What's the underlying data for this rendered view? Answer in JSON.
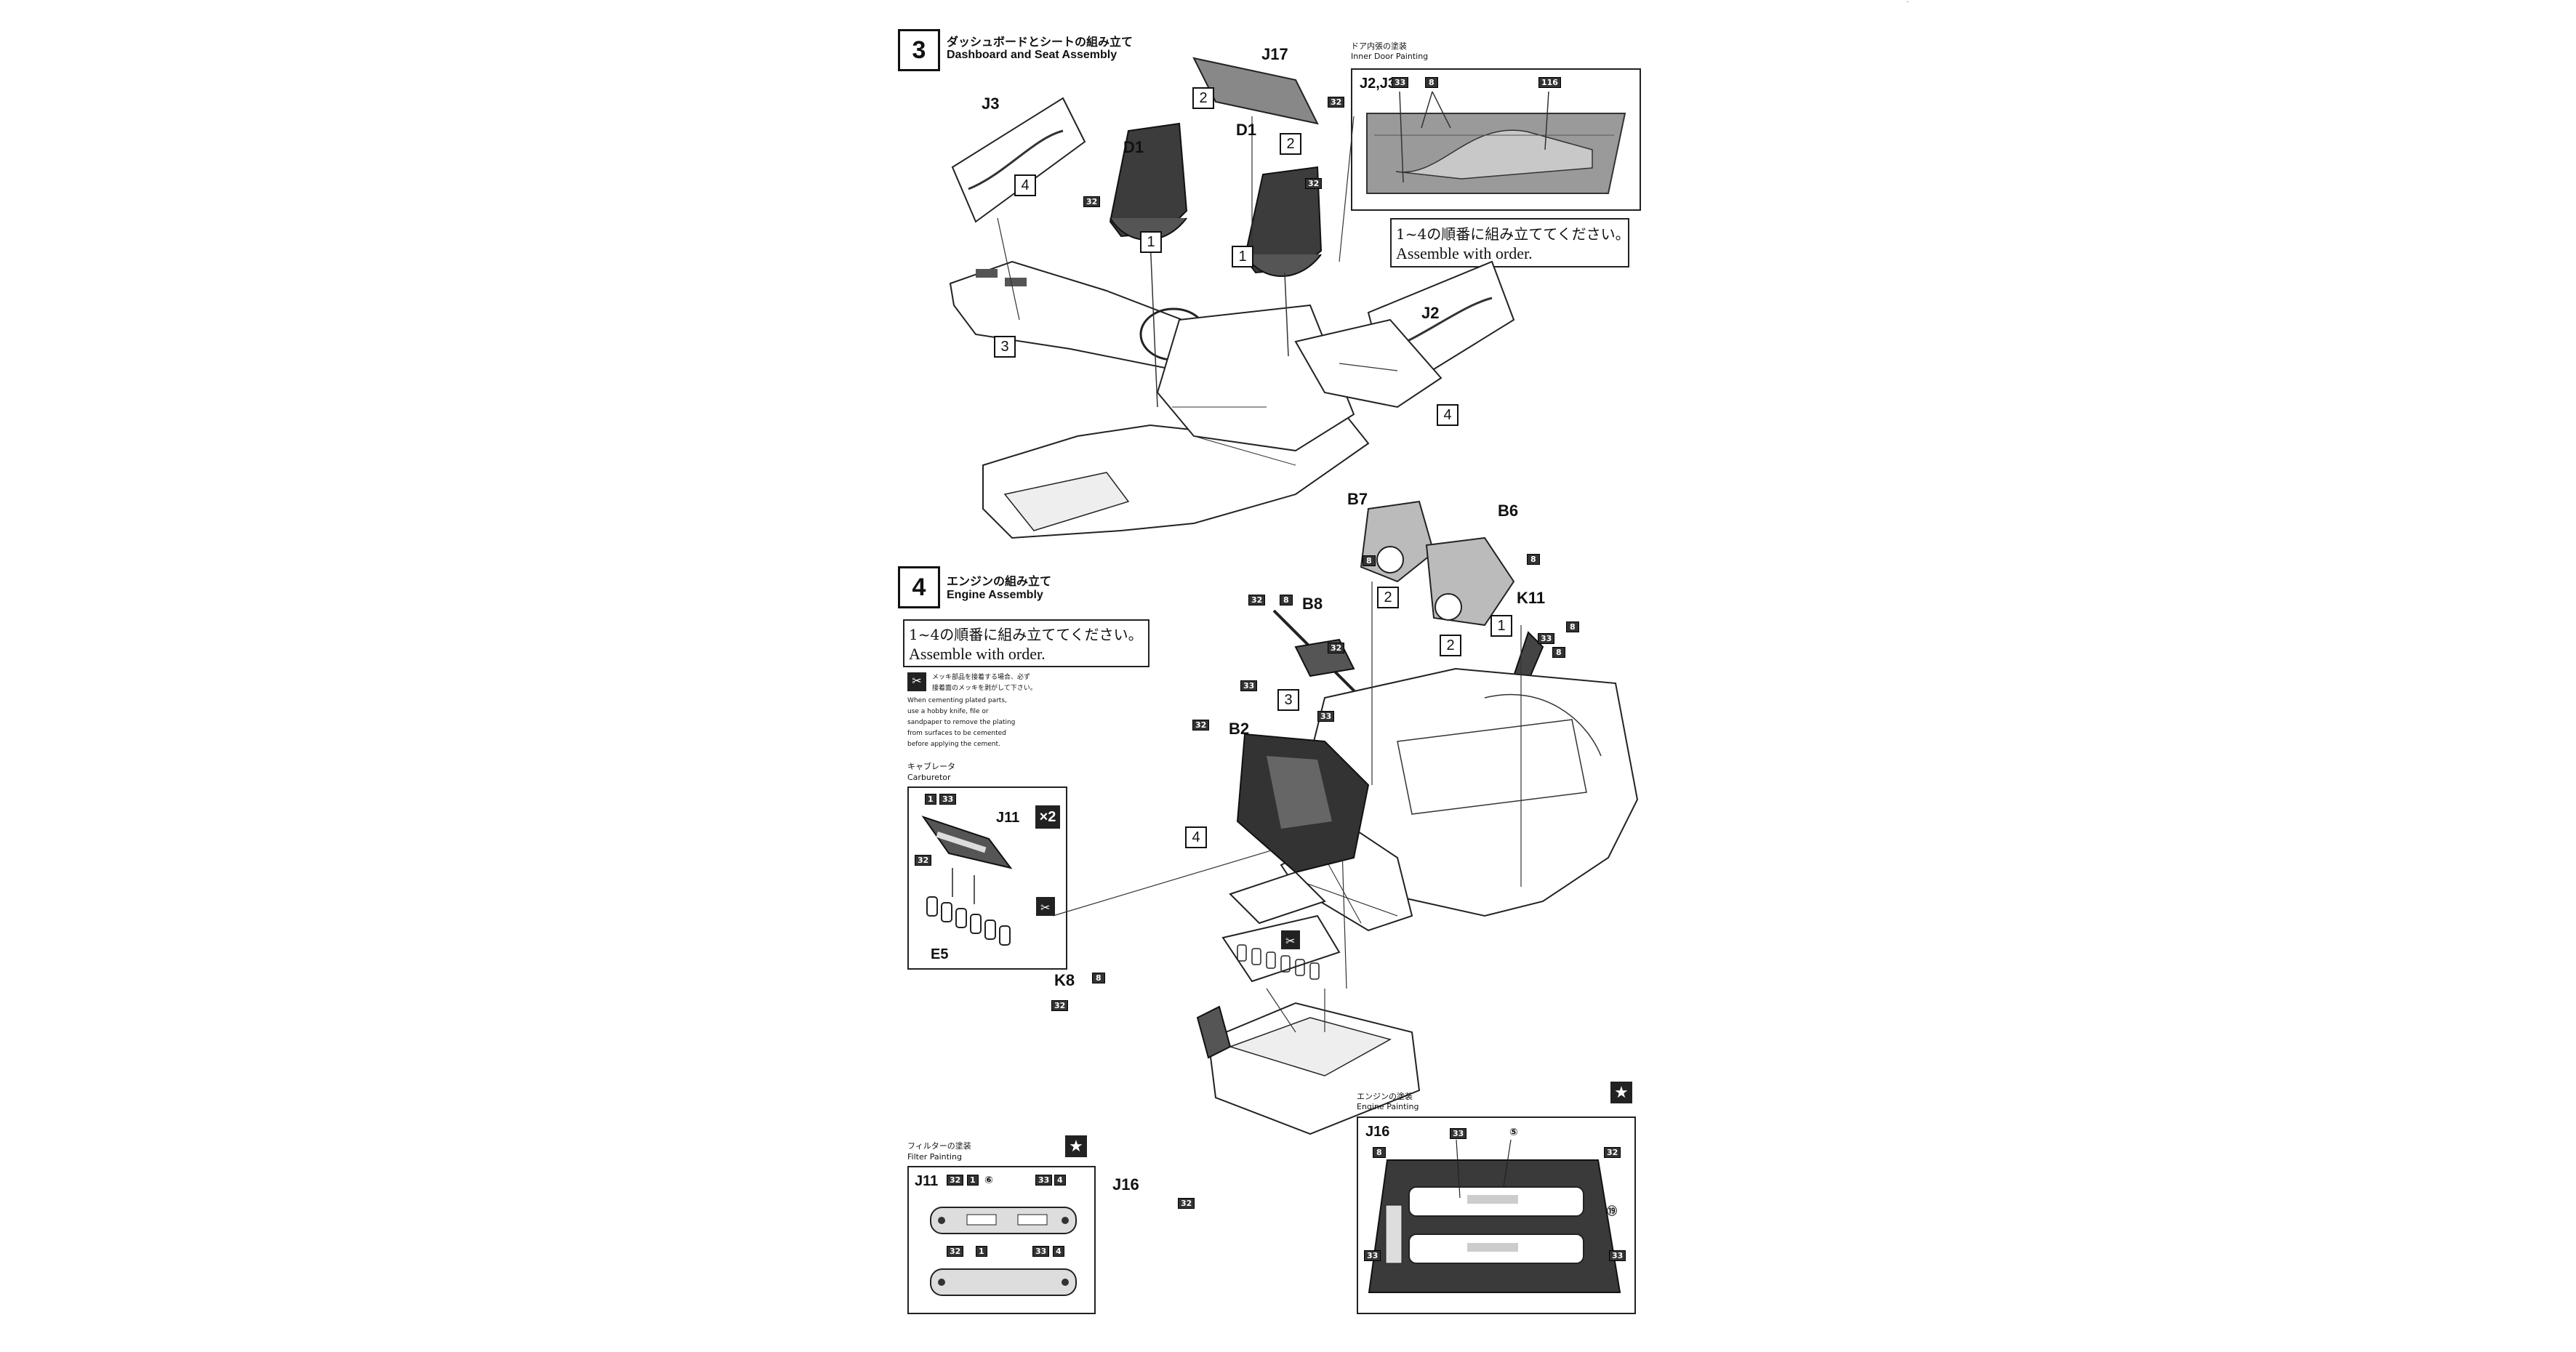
{
  "step3": {
    "number": "3",
    "title_jp": "ダッシュボードとシートの組み立て",
    "title_en": "Dashboard and Seat Assembly",
    "door_painting": {
      "title_jp": "ドア内張の塗装",
      "title_en": "Inner Door Painting",
      "parts": "J2,J3",
      "colors": [
        "33",
        "8",
        "116"
      ]
    },
    "order_note": {
      "jp": "1~4の順番に組み立ててください。",
      "en": "Assemble with order."
    },
    "parts": [
      "J3",
      "J17",
      "D1",
      "D1",
      "J2"
    ],
    "seq": [
      "4",
      "2",
      "2",
      "1",
      "1",
      "3",
      "4"
    ],
    "colors": [
      "32",
      "32",
      "32"
    ]
  },
  "step4": {
    "number": "4",
    "title_jp": "エンジンの組み立て",
    "title_en": "Engine Assembly",
    "order_note": {
      "jp": "1~4の順番に組み立ててください。",
      "en": "Assemble with order."
    },
    "plated_note": {
      "jp1": "メッキ部品を接着する場合、必ず",
      "jp2": "接着面のメッキを剥がして下さい。",
      "en": [
        "When cementing plated parts,",
        "use a hobby knife, file or",
        "sandpaper to remove the plating",
        "from surfaces to be cemented",
        "before applying the cement."
      ]
    },
    "carburetor": {
      "title_jp": "キャブレータ",
      "title_en": "Carburetor",
      "part_top": "J11",
      "part_bottom": "E5",
      "qty": "×2",
      "colors": [
        "1",
        "33",
        "32"
      ]
    },
    "parts": [
      "B7",
      "B6",
      "K11",
      "B8",
      "B2",
      "K8",
      "J16"
    ],
    "seq": [
      "2",
      "1",
      "2",
      "3",
      "4"
    ],
    "colors": [
      "8",
      "8",
      "8",
      "33",
      "8",
      "32",
      "8",
      "32",
      "33",
      "33",
      "32",
      "8",
      "32",
      "32"
    ],
    "filter_painting": {
      "title_jp": "フィルターの塗装",
      "title_en": "Filter Painting",
      "part": "J11",
      "row1": [
        "32",
        "1",
        "⑥",
        "33",
        "4"
      ],
      "row2": [
        "32",
        "1",
        "33",
        "4"
      ]
    },
    "engine_painting": {
      "title_jp": "エンジンの塗装",
      "title_en": "Engine Painting",
      "part": "J16",
      "colors": [
        "33",
        "⑤",
        "8",
        "32",
        "⑲",
        "33",
        "33"
      ]
    }
  }
}
